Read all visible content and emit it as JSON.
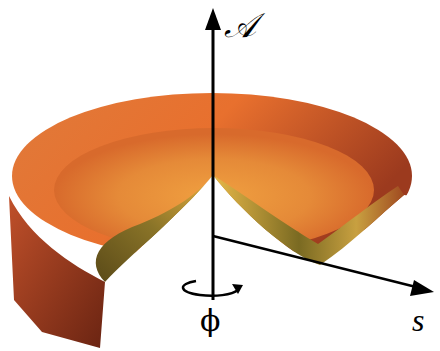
{
  "diagram": {
    "labels": [
      "𝒜",
      "ϕ",
      "s"
    ]
  }
}
